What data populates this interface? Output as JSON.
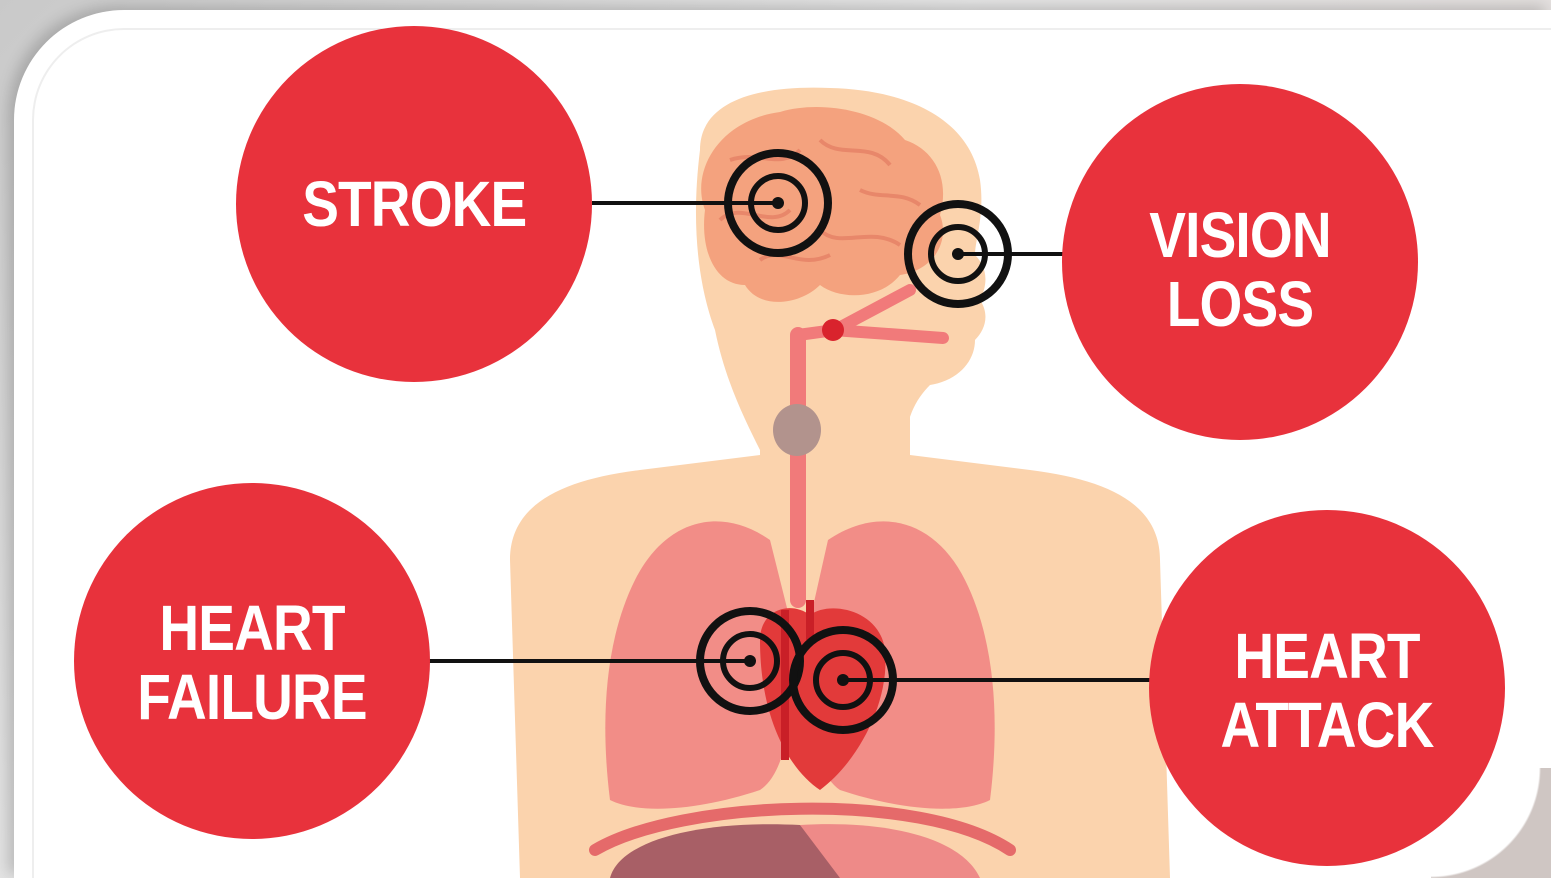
{
  "conditions": {
    "stroke": {
      "line1": "STROKE"
    },
    "vision_loss": {
      "line1": "VISION",
      "line2": "LOSS"
    },
    "heart_failure": {
      "line1": "HEART",
      "line2": "FAILURE"
    },
    "heart_attack": {
      "line1": "HEART",
      "line2": "ATTACK"
    }
  },
  "colors": {
    "circle_red": "#e8323c",
    "skin": "#fbd3ad",
    "brain": "#f4a27e",
    "lung": "#f08080",
    "heart": "#e23a3a",
    "target": "#111111"
  },
  "icons": [
    "brain-icon",
    "lungs-icon",
    "heart-icon",
    "eye-target-icon"
  ]
}
